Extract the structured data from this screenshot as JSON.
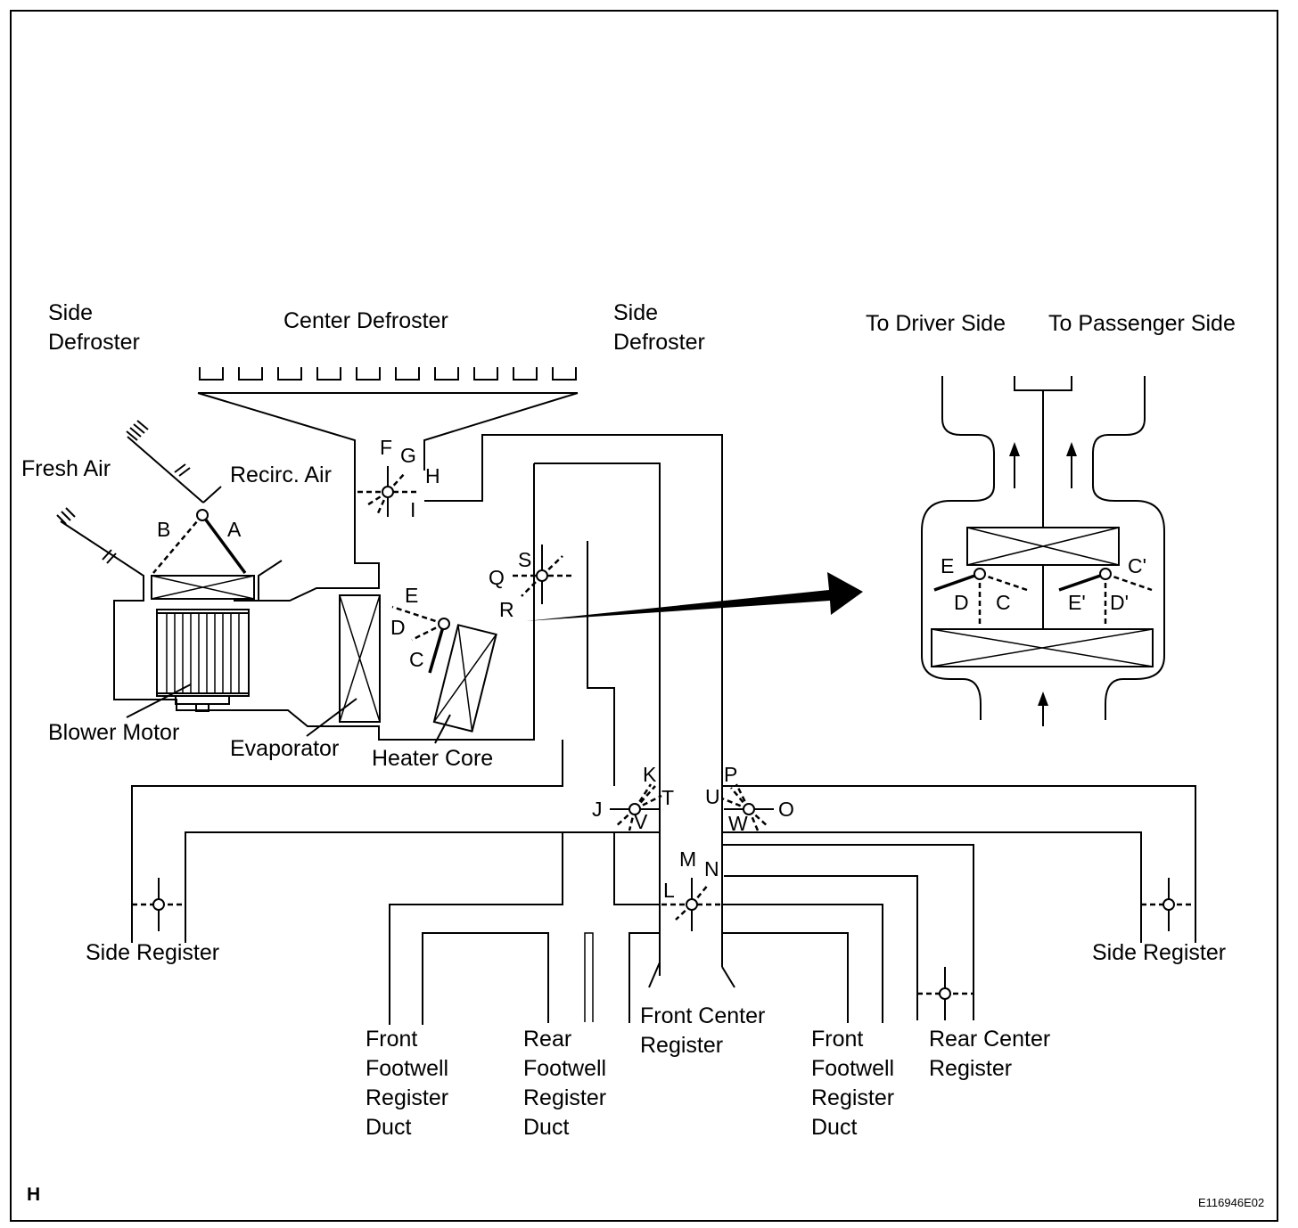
{
  "labels": {
    "side_defroster_left_1": "Side",
    "side_defroster_left_2": "Defroster",
    "center_defroster": "Center Defroster",
    "side_defroster_right_1": "Side",
    "side_defroster_right_2": "Defroster",
    "to_driver_side": "To Driver Side",
    "to_passenger_side": "To Passenger Side",
    "fresh_air": "Fresh Air",
    "recirc_air": "Recirc. Air",
    "blower_motor": "Blower Motor",
    "evaporator": "Evaporator",
    "heater_core": "Heater Core",
    "side_register_left": "Side Register",
    "side_register_right": "Side Register",
    "front_footwell_left": [
      "Front",
      "Footwell",
      "Register",
      "Duct"
    ],
    "rear_footwell": [
      "Rear",
      "Footwell",
      "Register",
      "Duct"
    ],
    "front_center_register": [
      "Front Center",
      "Register"
    ],
    "front_footwell_right": [
      "Front",
      "Footwell",
      "Register",
      "Duct"
    ],
    "rear_center_register": [
      "Rear Center",
      "Register"
    ]
  },
  "doors": {
    "A": "A",
    "B": "B",
    "C": "C",
    "D": "D",
    "E": "E",
    "F": "F",
    "G": "G",
    "H": "H",
    "I": "I",
    "J": "J",
    "K": "K",
    "L": "L",
    "M": "M",
    "N": "N",
    "O": "O",
    "P": "P",
    "Q": "Q",
    "R": "R",
    "S": "S",
    "T": "T",
    "U": "U",
    "V": "V",
    "W": "W"
  },
  "inset_doors": {
    "E": "E",
    "D": "D",
    "C": "C",
    "C_prime": "C'",
    "E_prime": "E'",
    "D_prime": "D'"
  },
  "corner_code": "H",
  "figure_id": "E116946E02"
}
